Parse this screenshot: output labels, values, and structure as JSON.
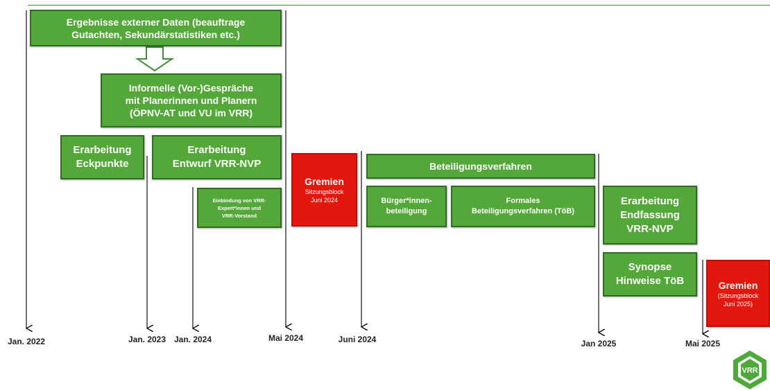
{
  "boxes": {
    "external_data": {
      "lines": [
        "Ergebnisse externer Daten (beauftrage",
        "Gutachten, Sekundärstatistiken etc.)"
      ]
    },
    "informal_talks": {
      "lines": [
        "Informelle (Vor-)Gespräche",
        "mit Planerinnen und Planern",
        "(ÖPNV-AT und VU im VRR)"
      ]
    },
    "eckpunkte": {
      "lines": [
        "Erarbeitung",
        "Eckpunkte"
      ]
    },
    "entwurf": {
      "lines": [
        "Erarbeitung",
        "Entwurf VRR-NVP"
      ]
    },
    "einbindung": {
      "lines": [
        "Einbindung von VRR-",
        "Expert*innen und",
        "VRR-Vorstand"
      ]
    },
    "gremien_2024": {
      "title": "Gremien",
      "lines": [
        "Sitzungsblock",
        "Juni 2024"
      ]
    },
    "beteiligungsverfahren": {
      "lines": [
        "Beteiligungsverfahren"
      ]
    },
    "buerger": {
      "lines": [
        "Bürger*innen-",
        "beteiligung"
      ]
    },
    "formales": {
      "lines": [
        "Formales",
        "Beteiligungsverfahren (TöB)"
      ]
    },
    "endfassung": {
      "lines": [
        "Erarbeitung",
        "Endfassung",
        "VRR-NVP"
      ]
    },
    "synopse": {
      "lines": [
        "Synopse",
        "Hinweise TöB"
      ]
    },
    "gremien_2025": {
      "title": "Gremien",
      "lines": [
        "(Sitzungsblock",
        "Juni 2025)"
      ]
    }
  },
  "dates": [
    "Jan. 2022",
    "Jan. 2023",
    "Jan. 2024",
    "Mai 2024",
    "Juni 2024",
    "Jan 2025",
    "Mai 2025"
  ],
  "logo": {
    "text": "VRR",
    "color": "#4fa83a"
  },
  "colors": {
    "green": "#54a83a",
    "red": "#e3170d",
    "border": "#2f6b25"
  }
}
